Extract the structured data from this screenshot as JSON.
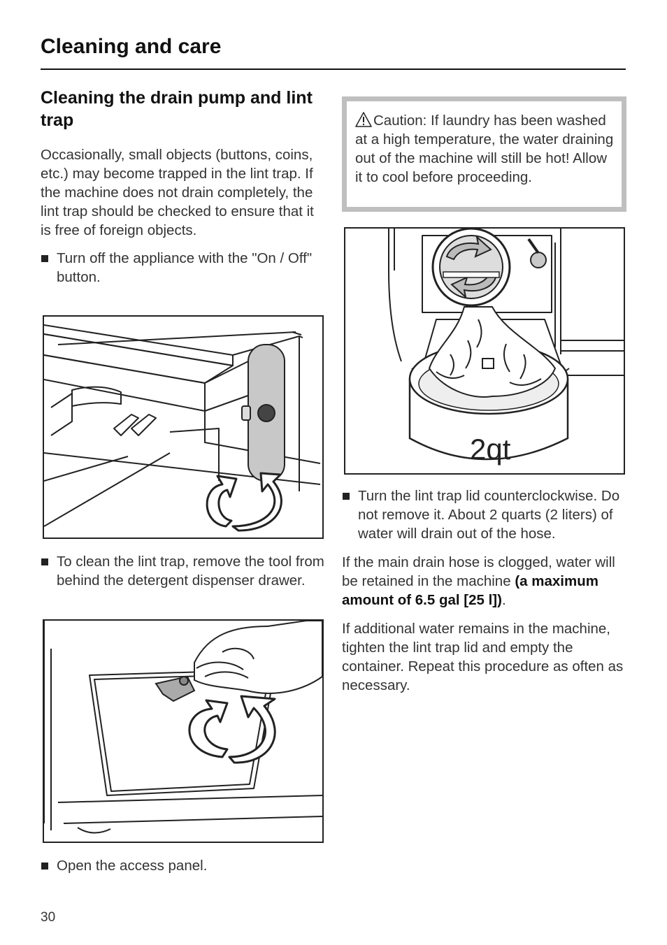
{
  "header": {
    "title": "Cleaning and care"
  },
  "section": {
    "heading": "Cleaning the drain pump and lint trap",
    "intro": "Occasionally, small objects (buttons, coins, etc.) may become trapped in the lint trap. If the machine does not drain completely, the lint trap should be checked to ensure that it is free of foreign objects."
  },
  "steps": {
    "step1": "Turn off the appliance with the \"On / Off\" button.",
    "step2": "To clean the lint trap, remove the tool from behind the detergent dispenser drawer.",
    "step3": "Open the access panel.",
    "step4": "Turn the lint trap lid counterclockwise. Do not remove it. About 2 quarts (2 liters) of water will drain out of the hose."
  },
  "caution": {
    "text": "Caution: If laundry has been washed at a high temperature, the water draining out of the machine will still be hot! Allow it to cool before proceeding."
  },
  "figures": {
    "container_label": "2qt"
  },
  "notes": {
    "clogged_text": "If the main drain hose is clogged, water will be retained in the machine ",
    "clogged_bold": "(a maximum amount of 6.5 gal [25 l])",
    "clogged_end": ".",
    "additional": "If additional water remains in the machine, tighten the lint trap lid and empty the container. Repeat this procedure as often as necessary."
  },
  "footer": {
    "page_number": "30"
  }
}
